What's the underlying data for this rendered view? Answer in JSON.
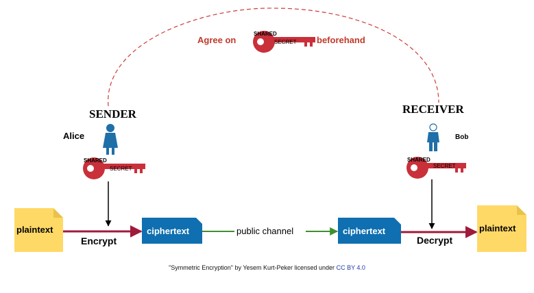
{
  "top": {
    "agree_prefix": "Agree on",
    "agree_suffix": "beforehand"
  },
  "sender": {
    "title": "SENDER",
    "name": "Alice"
  },
  "receiver": {
    "title": "RECEIVER",
    "name": "Bob"
  },
  "key": {
    "shared_label": "SHARED",
    "secret_label": "SECRET"
  },
  "flow": {
    "plaintext_left": "plaintext",
    "encrypt_label": "Encrypt",
    "ciphertext_left": "ciphertext",
    "channel_label": "public channel",
    "ciphertext_right": "ciphertext",
    "decrypt_label": "Decrypt",
    "plaintext_right": "plaintext"
  },
  "caption": {
    "text": "\"Symmetric Encryption\" by Yesem Kurt-Peker licensed under",
    "license": "CC BY 4.0"
  },
  "colors": {
    "key_red": "#c9303a",
    "agree_text": "#c0392b",
    "dashed_arc": "#d03a3a",
    "doc_yellow": "#ffd966",
    "doc_blue": "#0f6fb0",
    "arrow_red": "#a01a3a",
    "arrow_green": "#3e8e2e",
    "person_blue": "#1f6fa8"
  },
  "icons": {
    "key": "key-icon",
    "person": "person-icon"
  }
}
